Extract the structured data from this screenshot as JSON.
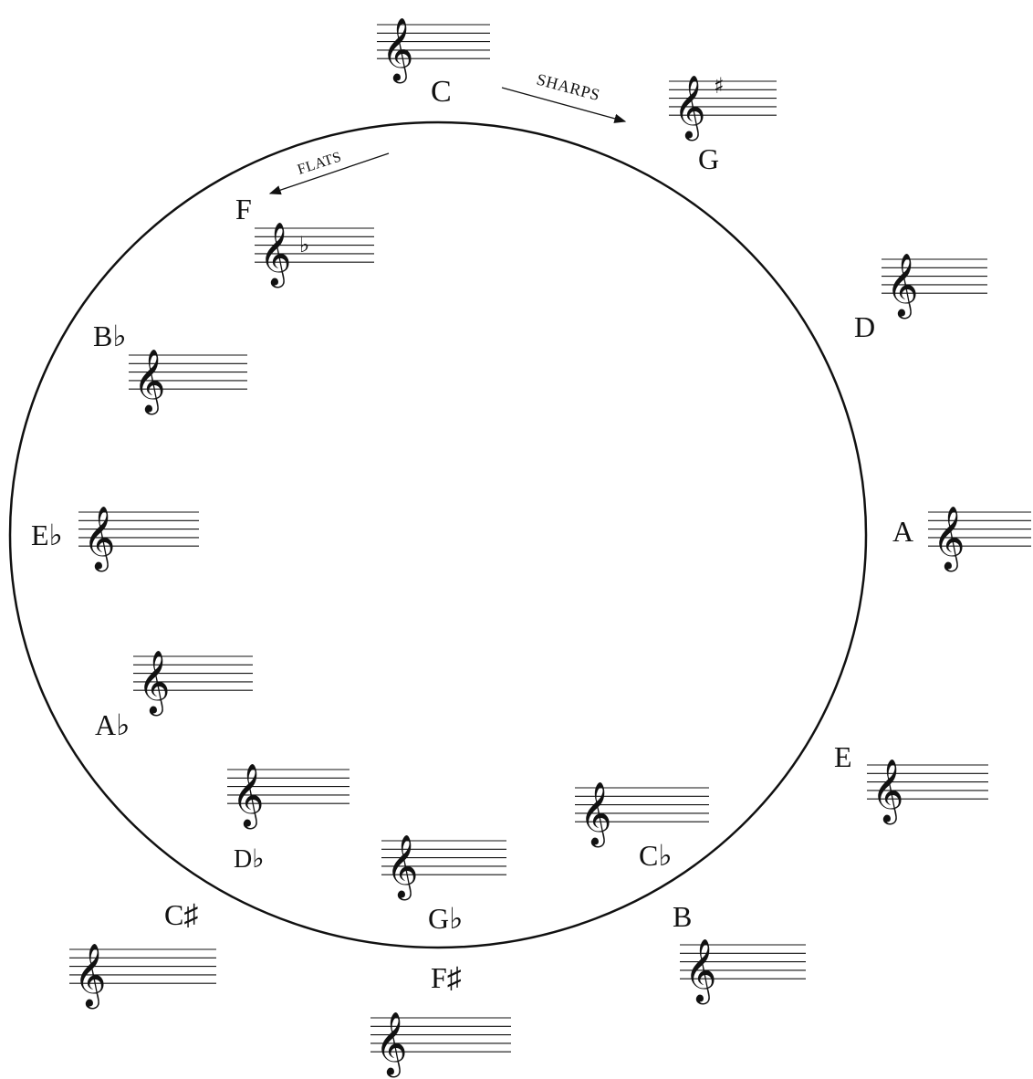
{
  "diagram": {
    "direction_labels": {
      "sharps": "SHARPS",
      "flats": "FLATS"
    },
    "icons": {
      "clef": "treble-clef-icon"
    },
    "key_labels": {
      "c": "C",
      "g": "G",
      "d": "D",
      "a": "A",
      "e": "E",
      "b": "B",
      "c_flat": "C♭",
      "f_sharp": "F♯",
      "g_flat": "G♭",
      "c_sharp": "C♯",
      "d_flat": "D♭",
      "a_flat": "A♭",
      "e_flat": "E♭",
      "b_flat": "B♭",
      "f": "F"
    },
    "key_signatures": {
      "g": "♯",
      "f": "♭"
    },
    "colors": {
      "ink": "#111111",
      "background": "#ffffff"
    }
  }
}
